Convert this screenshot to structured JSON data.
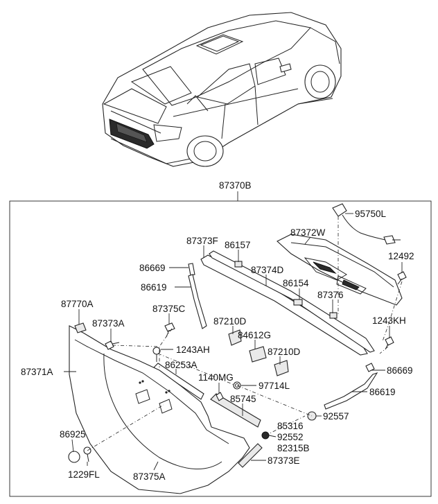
{
  "diagram": {
    "assembly_label": "87370B",
    "labels": [
      {
        "id": "95750L",
        "text": "95750L"
      },
      {
        "id": "87372W",
        "text": "87372W"
      },
      {
        "id": "87373F",
        "text": "87373F"
      },
      {
        "id": "86157",
        "text": "86157"
      },
      {
        "id": "12492",
        "text": "12492"
      },
      {
        "id": "86669-top",
        "text": "86669"
      },
      {
        "id": "87374D",
        "text": "87374D"
      },
      {
        "id": "86619-top",
        "text": "86619"
      },
      {
        "id": "86154",
        "text": "86154"
      },
      {
        "id": "87376",
        "text": "87376"
      },
      {
        "id": "87770A",
        "text": "87770A"
      },
      {
        "id": "87375C",
        "text": "87375C"
      },
      {
        "id": "87210D-top",
        "text": "87210D"
      },
      {
        "id": "1243KH",
        "text": "1243KH"
      },
      {
        "id": "87373A",
        "text": "87373A"
      },
      {
        "id": "84612G",
        "text": "84612G"
      },
      {
        "id": "1243AH",
        "text": "1243AH"
      },
      {
        "id": "87210D-bottom",
        "text": "87210D"
      },
      {
        "id": "86253A",
        "text": "86253A"
      },
      {
        "id": "87371A",
        "text": "87371A"
      },
      {
        "id": "1140MG",
        "text": "1140MG"
      },
      {
        "id": "86669-right",
        "text": "86669"
      },
      {
        "id": "97714L",
        "text": "97714L"
      },
      {
        "id": "86619-right",
        "text": "86619"
      },
      {
        "id": "85745",
        "text": "85745"
      },
      {
        "id": "92557",
        "text": "92557"
      },
      {
        "id": "85316",
        "text": "85316"
      },
      {
        "id": "86925",
        "text": "86925"
      },
      {
        "id": "92552",
        "text": "92552"
      },
      {
        "id": "82315B",
        "text": "82315B"
      },
      {
        "id": "87373E",
        "text": "87373E"
      },
      {
        "id": "1229FL",
        "text": "1229FL"
      },
      {
        "id": "87375A",
        "text": "87375A"
      }
    ]
  }
}
